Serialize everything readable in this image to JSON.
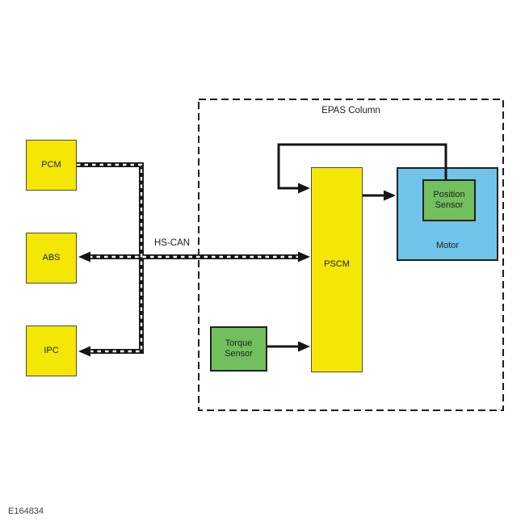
{
  "figure_id": "E164834",
  "container": {
    "label": "EPAS Column"
  },
  "bus": {
    "label": "HS-CAN"
  },
  "nodes": {
    "pcm": {
      "label": "PCM"
    },
    "abs": {
      "label": "ABS"
    },
    "ipc": {
      "label": "IPC"
    },
    "pscm": {
      "label": "PSCM"
    },
    "torque_sensor": {
      "label": "Torque Sensor"
    },
    "motor": {
      "label": "Motor"
    },
    "position_sensor": {
      "label": "Position Sensor"
    }
  },
  "colors": {
    "module_fill": "#F4E605",
    "sensor_fill": "#71C05D",
    "motor_fill": "#70C3E9",
    "line": "#151515"
  },
  "connections": [
    {
      "from": "PCM",
      "to": "HS-CAN",
      "style": "striped-bus",
      "arrow": "none"
    },
    {
      "from": "HS-CAN",
      "to": "ABS",
      "style": "striped-bus",
      "arrow": "into-ABS"
    },
    {
      "from": "HS-CAN",
      "to": "IPC",
      "style": "striped-bus",
      "arrow": "into-IPC"
    },
    {
      "from": "HS-CAN",
      "to": "PSCM",
      "style": "striped-bus",
      "arrow": "into-PSCM"
    },
    {
      "from": "Torque Sensor",
      "to": "PSCM",
      "style": "solid",
      "arrow": "into-PSCM"
    },
    {
      "from": "PSCM",
      "to": "Motor",
      "style": "solid",
      "arrow": "into-Motor"
    },
    {
      "from": "Position Sensor",
      "to": "PSCM",
      "style": "solid",
      "arrow": "into-PSCM"
    }
  ]
}
